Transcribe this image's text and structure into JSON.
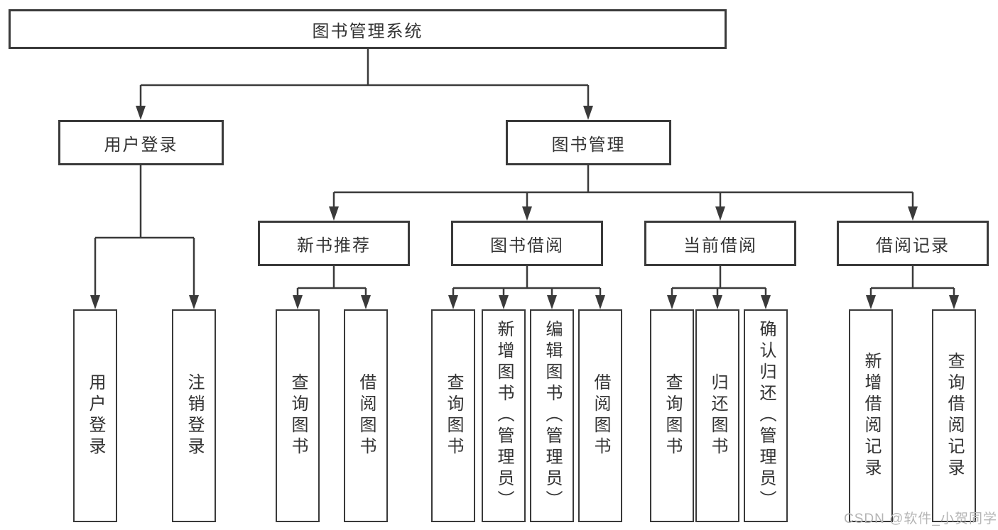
{
  "diagram": {
    "title": "图书管理系统",
    "branches": [
      {
        "label": "用户登录",
        "children": [
          {
            "label": "用户登录"
          },
          {
            "label": "注销登录"
          }
        ]
      },
      {
        "label": "图书管理",
        "sections": [
          {
            "label": "新书推荐",
            "children": [
              {
                "label": "查询图书"
              },
              {
                "label": "借阅图书"
              }
            ]
          },
          {
            "label": "图书借阅",
            "children": [
              {
                "label": "查询图书"
              },
              {
                "label": "新增图书（管理员）"
              },
              {
                "label": "编辑图书（管理员）"
              },
              {
                "label": "借阅图书"
              }
            ]
          },
          {
            "label": "当前借阅",
            "children": [
              {
                "label": "查询图书"
              },
              {
                "label": "归还图书"
              },
              {
                "label": "确认归还（管理员）"
              }
            ]
          },
          {
            "label": "借阅记录",
            "children": [
              {
                "label": "新增借阅记录"
              },
              {
                "label": "查询借阅记录"
              }
            ]
          }
        ]
      }
    ]
  },
  "watermark": {
    "text": "CSDN @软件_小贺同学"
  },
  "colors": {
    "line": "#3a3a3a",
    "box_border": "#3a3a3a",
    "box_fill": "#ffffff",
    "text": "#333333",
    "watermark_text": "#b5b5b5"
  }
}
